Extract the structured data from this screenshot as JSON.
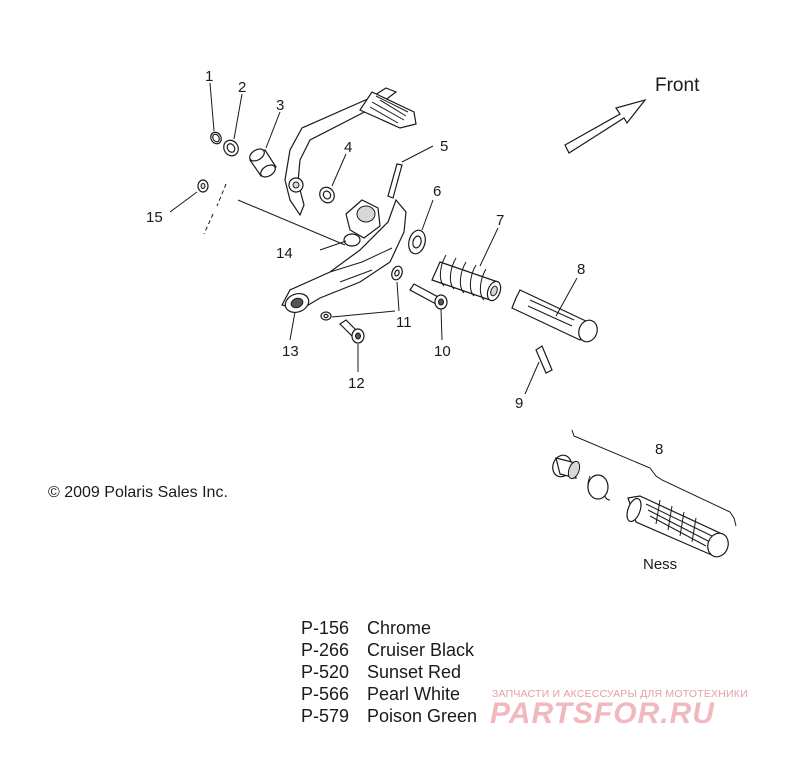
{
  "front_label": "Front",
  "callouts": [
    "1",
    "2",
    "3",
    "4",
    "5",
    "6",
    "7",
    "8",
    "9",
    "10",
    "11",
    "12",
    "13",
    "14",
    "15"
  ],
  "ness_callout": "8",
  "ness_label": "Ness",
  "copyright": "© 2009 Polaris Sales Inc.",
  "color_options": [
    {
      "code": "P-156",
      "name": "Chrome"
    },
    {
      "code": "P-266",
      "name": "Cruiser Black"
    },
    {
      "code": "P-520",
      "name": "Sunset Red"
    },
    {
      "code": "P-566",
      "name": "Pearl White"
    },
    {
      "code": "P-579",
      "name": "Poison Green"
    }
  ],
  "watermark": {
    "tagline": "ЗАПЧАСТИ И АКСЕССУАРЫ ДЛЯ МОТОТЕХНИКИ",
    "brand": "PARTSFOR.RU"
  }
}
